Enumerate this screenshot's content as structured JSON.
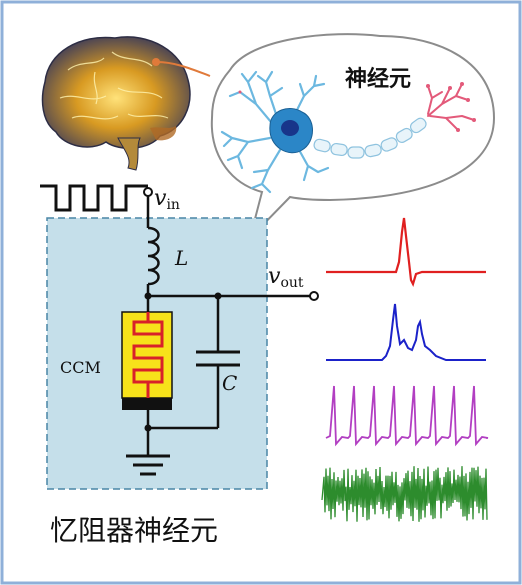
{
  "bubble": {
    "label": "神经元"
  },
  "circuit": {
    "input_label": "v",
    "input_sub": "in",
    "inductor_label": "L",
    "output_label": "v",
    "output_sub": "out",
    "capacitor_label": "C",
    "device_label": "CCM"
  },
  "caption": "忆阻器神经元",
  "colors": {
    "frame": "#8fb0d9",
    "circuit_box_fill": "#c5dfea",
    "circuit_box_border": "#4a86a6",
    "device_fill": "#f7e21a",
    "device_trace": "#d8202a",
    "device_base": "#111111",
    "trace_red": "#e02020",
    "trace_blue": "#1b22c9",
    "trace_magenta": "#b23fc2",
    "trace_green": "#2d8c2d",
    "neuron_body": "#2b86c7",
    "neuron_nucleus": "#18358a",
    "neuron_dendrite": "#6cb8e0",
    "neuron_terminal": "#e35a7a",
    "bubble_stroke": "#8c8c8c",
    "connector": "#e07a3a"
  },
  "icons": [
    "brain-image",
    "neuron-icon",
    "square-wave-icon",
    "ground-icon",
    "inductor-icon",
    "capacitor-icon"
  ]
}
